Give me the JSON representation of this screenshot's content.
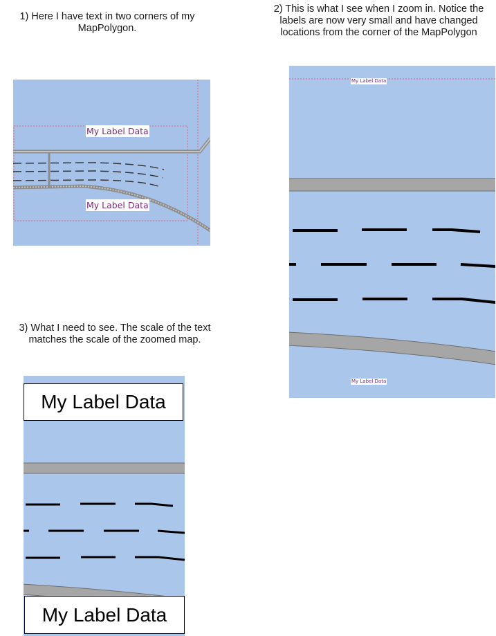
{
  "captions": {
    "step1": "1)  Here I have text in two corners of my MapPolygon.",
    "step2": "2) This is what I see when I zoom in.  Notice the labels are now very small and have changed locations from the corner of the MapPolygon",
    "step3": "3) What I need to see.  The scale of the text matches the scale of the zoomed map."
  },
  "panel1": {
    "label_top": "My Label Data",
    "label_bottom": "My Label Data"
  },
  "panel2": {
    "label_top": "My Label Data",
    "label_bottom": "My Label Data"
  },
  "panel3": {
    "label_top": "My Label Data",
    "label_bottom": "My Label Data"
  },
  "colors": {
    "map_background": "#abc6eb",
    "road": "#a6a6a6",
    "road_outline": "#777777",
    "polygon_border": "#e0607a",
    "label_text": "#7a2a7a"
  }
}
